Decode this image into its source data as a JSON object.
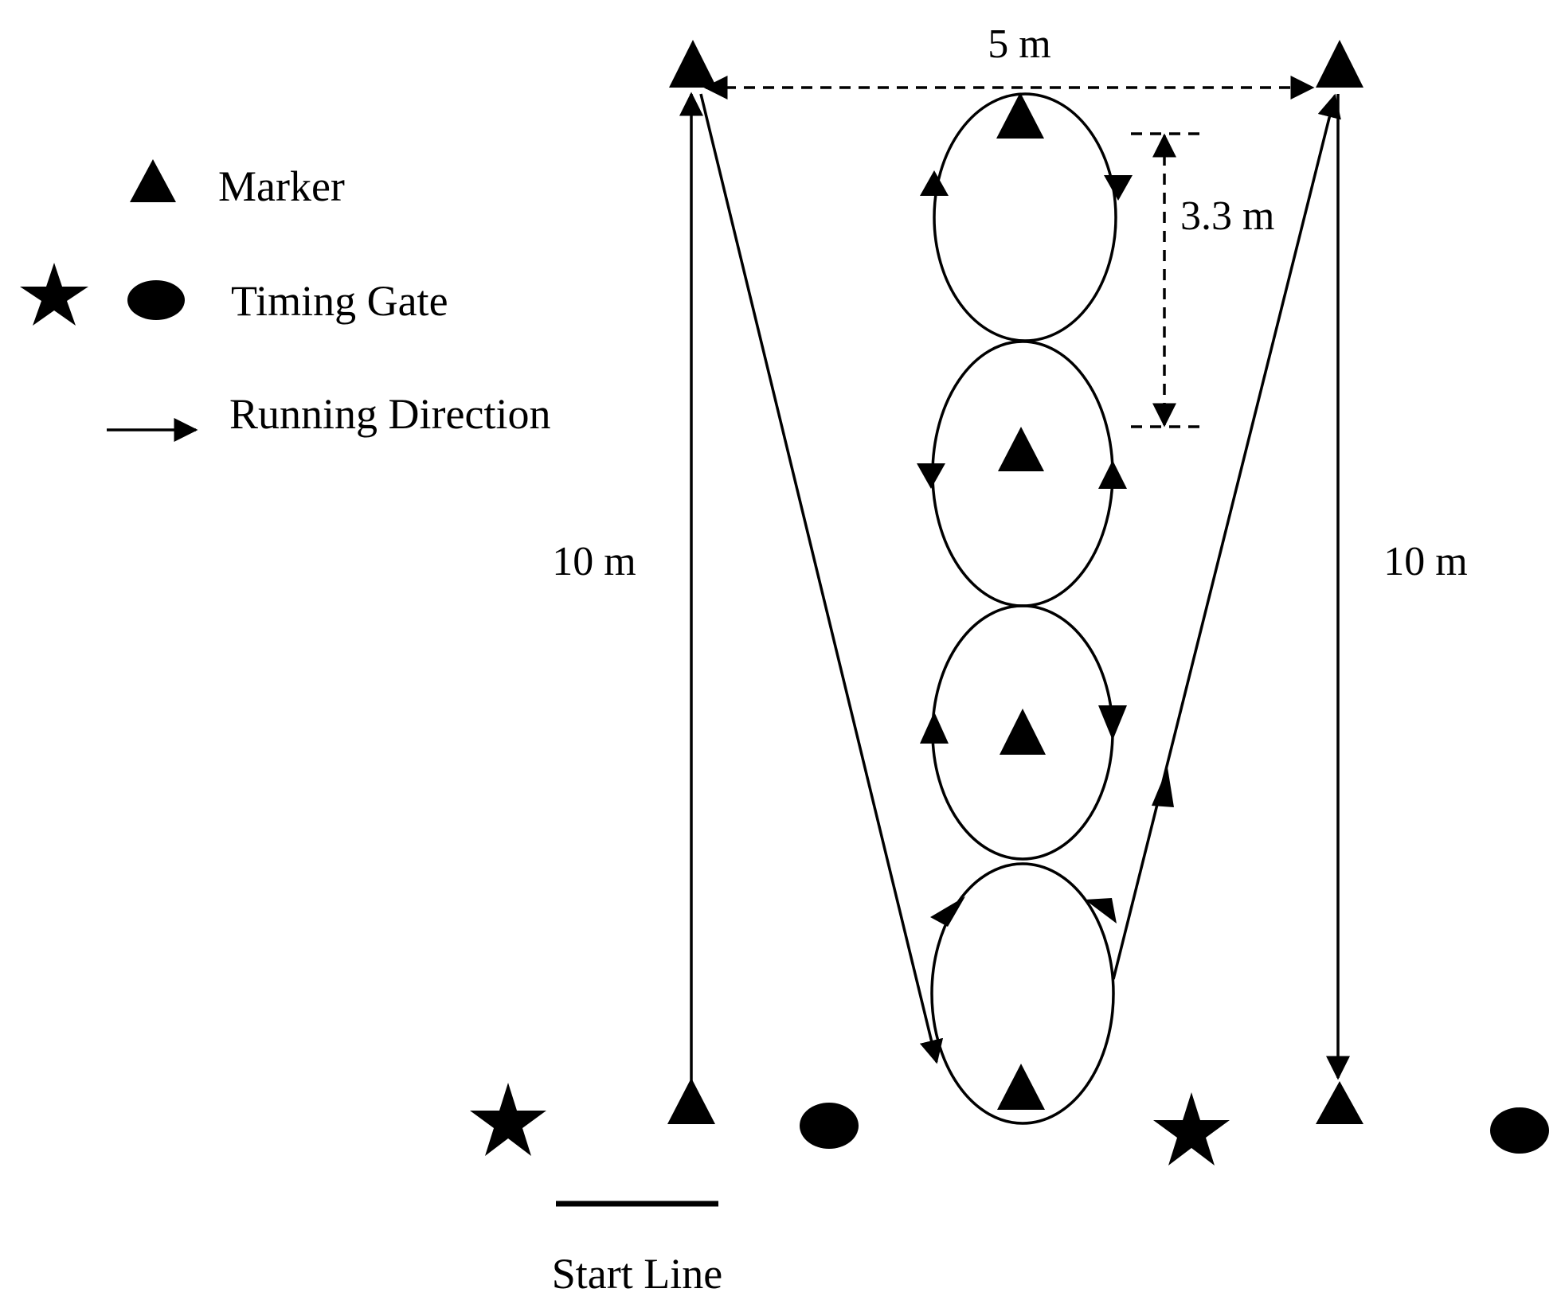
{
  "legend": {
    "marker_label": "Marker",
    "timing_gate_label": "Timing Gate",
    "running_direction_label": "Running Direction"
  },
  "dimensions": {
    "width_label": "5 m",
    "spacing_label": "3.3 m",
    "left_length_label": "10 m",
    "right_length_label": "10 m"
  },
  "start_line_label": "Start Line",
  "colors": {
    "ink": "#000000",
    "background": "#ffffff"
  },
  "icons": [
    "marker-triangle-icon",
    "timing-gate-star-icon",
    "timing-gate-ellipse-icon",
    "direction-arrow-icon"
  ]
}
